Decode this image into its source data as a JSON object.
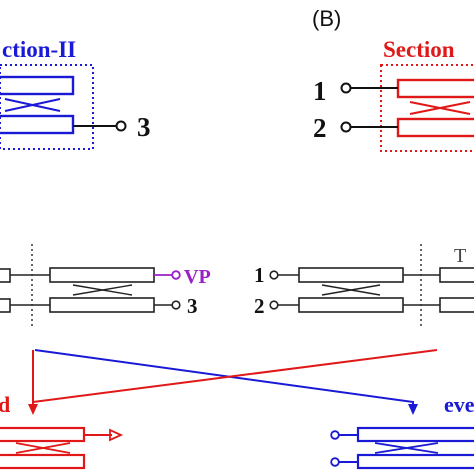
{
  "panel_label": "(B)",
  "section_left": "ction-II",
  "section_right": "Section",
  "ports": {
    "top_left_3": "3",
    "top_right_1": "1",
    "top_right_2": "2",
    "mid_left_vp": "VP",
    "mid_left_3": "3",
    "mid_right_1": "1",
    "mid_right_2": "2",
    "mid_right_T": "T"
  },
  "bottom_left_word": "d",
  "bottom_right_word": "eve",
  "colors": {
    "blue": "#1a1ad6",
    "red": "#e01818",
    "purple": "#9b20c8",
    "black": "#111111"
  }
}
